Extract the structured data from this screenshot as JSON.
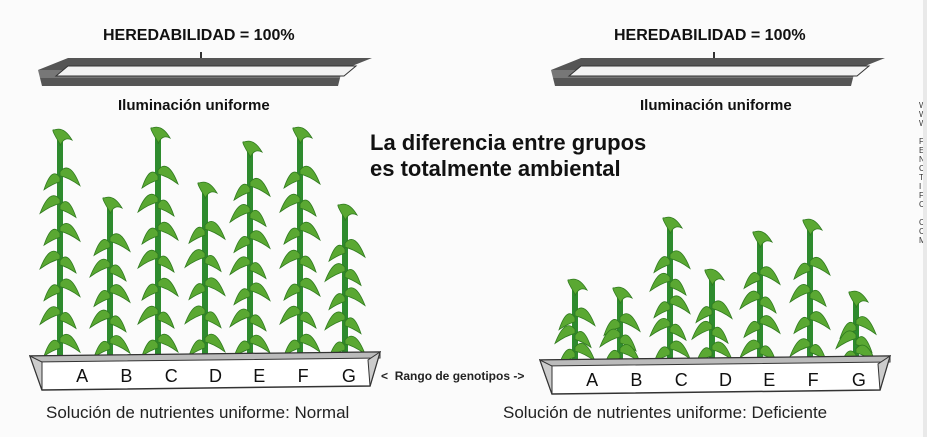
{
  "left_panel": {
    "heading": "HEREDABILIDAD = 100%",
    "lamp_label": "Iluminación uniforme",
    "footer": "Solución de nutrientes uniforme: Normal",
    "genotypes": [
      "A",
      "B",
      "C",
      "D",
      "E",
      "F",
      "G"
    ]
  },
  "right_panel": {
    "heading": "HEREDABILIDAD = 100%",
    "lamp_label": "Iluminación uniforme",
    "footer": "Solución de nutrientes uniforme: Deficiente",
    "genotypes": [
      "A",
      "B",
      "C",
      "D",
      "E",
      "F",
      "G"
    ]
  },
  "center_text": "La diferencia entre grupos es totalmente ambiental",
  "range_label": "Rango de genotipos",
  "colors": {
    "leaf": "#5aa832",
    "leaf_dark": "#2f7a1e",
    "stem": "#2e8b2e",
    "lamp_frame": "#444444",
    "tray": "#d9d9d9"
  },
  "side_letters": [
    "W",
    "W",
    "W",
    "",
    "F",
    "E",
    "N",
    "C",
    "T",
    "I",
    "F",
    "C",
    "",
    "C",
    "C",
    "M"
  ]
}
